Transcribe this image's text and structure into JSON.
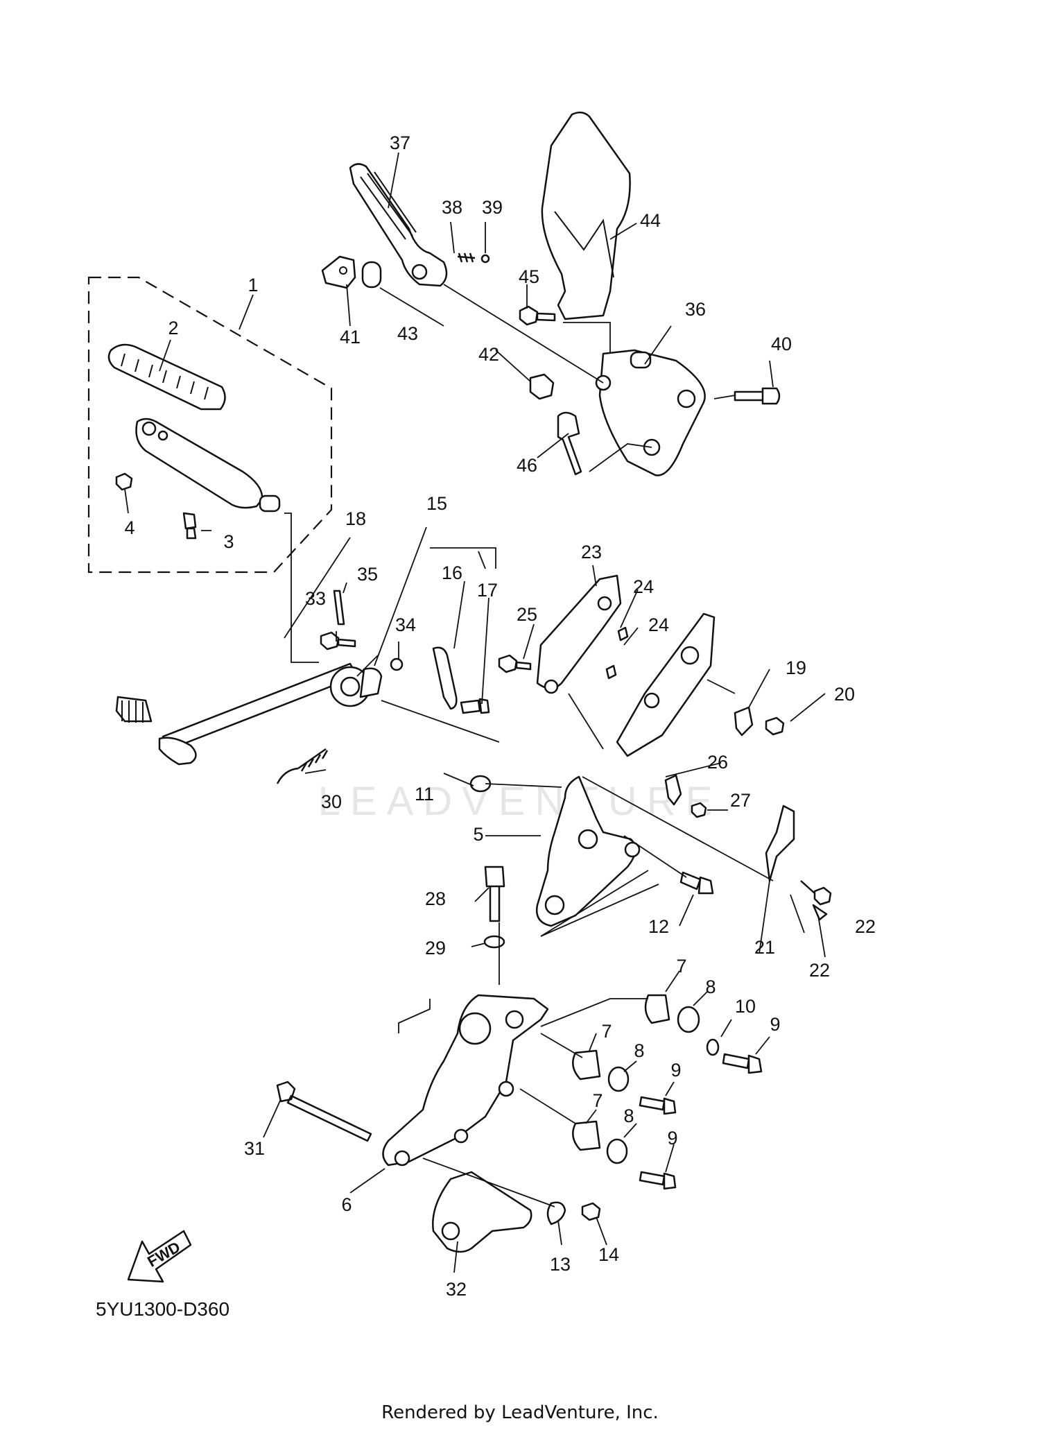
{
  "diagram": {
    "diagram_code": "5YU1300-D360",
    "footer": "Rendered by LeadVenture, Inc.",
    "watermark": "LEADVENTURE",
    "fwd_label": "FWD",
    "callouts": [
      "1",
      "2",
      "3",
      "4",
      "5",
      "6",
      "7",
      "7",
      "7",
      "8",
      "8",
      "8",
      "9",
      "9",
      "9",
      "10",
      "11",
      "12",
      "13",
      "14",
      "15",
      "16",
      "17",
      "18",
      "19",
      "20",
      "21",
      "22",
      "22",
      "23",
      "24",
      "24",
      "25",
      "26",
      "27",
      "28",
      "29",
      "30",
      "31",
      "32",
      "33",
      "34",
      "35",
      "36",
      "37",
      "38",
      "39",
      "40",
      "41",
      "42",
      "43",
      "44",
      "45",
      "46"
    ]
  }
}
